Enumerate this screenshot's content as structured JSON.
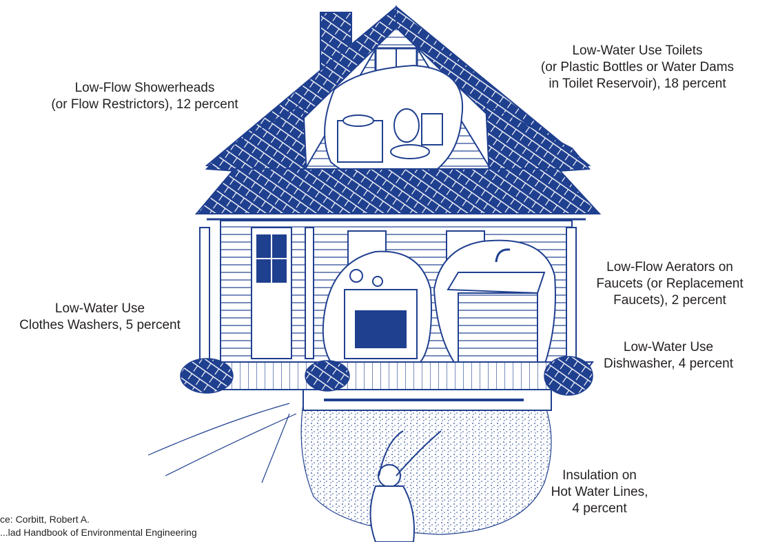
{
  "colors": {
    "ink": "#1f3f8f",
    "text": "#231f20",
    "background": "#ffffff"
  },
  "labels": {
    "showerheads": [
      "Low-Flow Showerheads",
      "(or Flow Restrictors), 12 percent"
    ],
    "toilets": [
      "Low-Water Use Toilets",
      "(or Plastic Bottles or Water Dams",
      "in Toilet Reservoir), 18 percent"
    ],
    "aerators": [
      "Low-Flow Aerators on",
      "Faucets (or Replacement",
      "Faucets), 2 percent"
    ],
    "dishwasher": [
      "Low-Water Use",
      "Dishwasher, 4 percent"
    ],
    "clothes_washers": [
      "Low-Water Use",
      "Clothes Washers, 5 percent"
    ],
    "insulation": [
      "Insulation on",
      "Hot Water Lines,",
      "4 percent"
    ]
  },
  "source": [
    "ce: Corbitt, Robert A.",
    "...lad Handbook of Environmental Engineering"
  ]
}
